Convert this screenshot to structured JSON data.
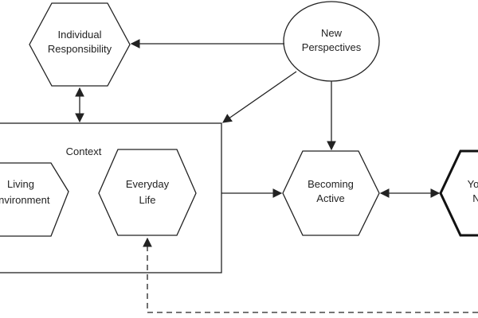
{
  "nodes": {
    "individual_responsibility": {
      "line1": "Individual",
      "line2": "Responsibility"
    },
    "new_perspectives": {
      "line1": "New",
      "line2": "Perspectives"
    },
    "context": {
      "label": "Context"
    },
    "living_environment": {
      "line1": "Living",
      "line2": "Environment"
    },
    "everyday_life": {
      "line1": "Everyday",
      "line2": "Life"
    },
    "becoming_active": {
      "line1": "Becoming",
      "line2": "Active"
    },
    "partial_right_node": {
      "line1": "Yo",
      "line2": "N"
    }
  },
  "edges": [
    {
      "from": "New Perspectives",
      "to": "Individual Responsibility",
      "style": "solid",
      "arrow": "end"
    },
    {
      "from": "New Perspectives",
      "to": "Context",
      "style": "solid",
      "arrow": "end"
    },
    {
      "from": "New Perspectives",
      "to": "Becoming Active",
      "style": "solid",
      "arrow": "end"
    },
    {
      "from": "Individual Responsibility",
      "to": "Context",
      "style": "solid",
      "arrow": "both"
    },
    {
      "from": "Context",
      "to": "Becoming Active",
      "style": "solid",
      "arrow": "end"
    },
    {
      "from": "Becoming Active",
      "to": "Yo… N…",
      "style": "solid",
      "arrow": "both"
    },
    {
      "from": "off-canvas",
      "to": "Everyday Life",
      "style": "dashed",
      "arrow": "end"
    }
  ],
  "colors": {
    "stroke": "#222222",
    "background": "#ffffff"
  }
}
